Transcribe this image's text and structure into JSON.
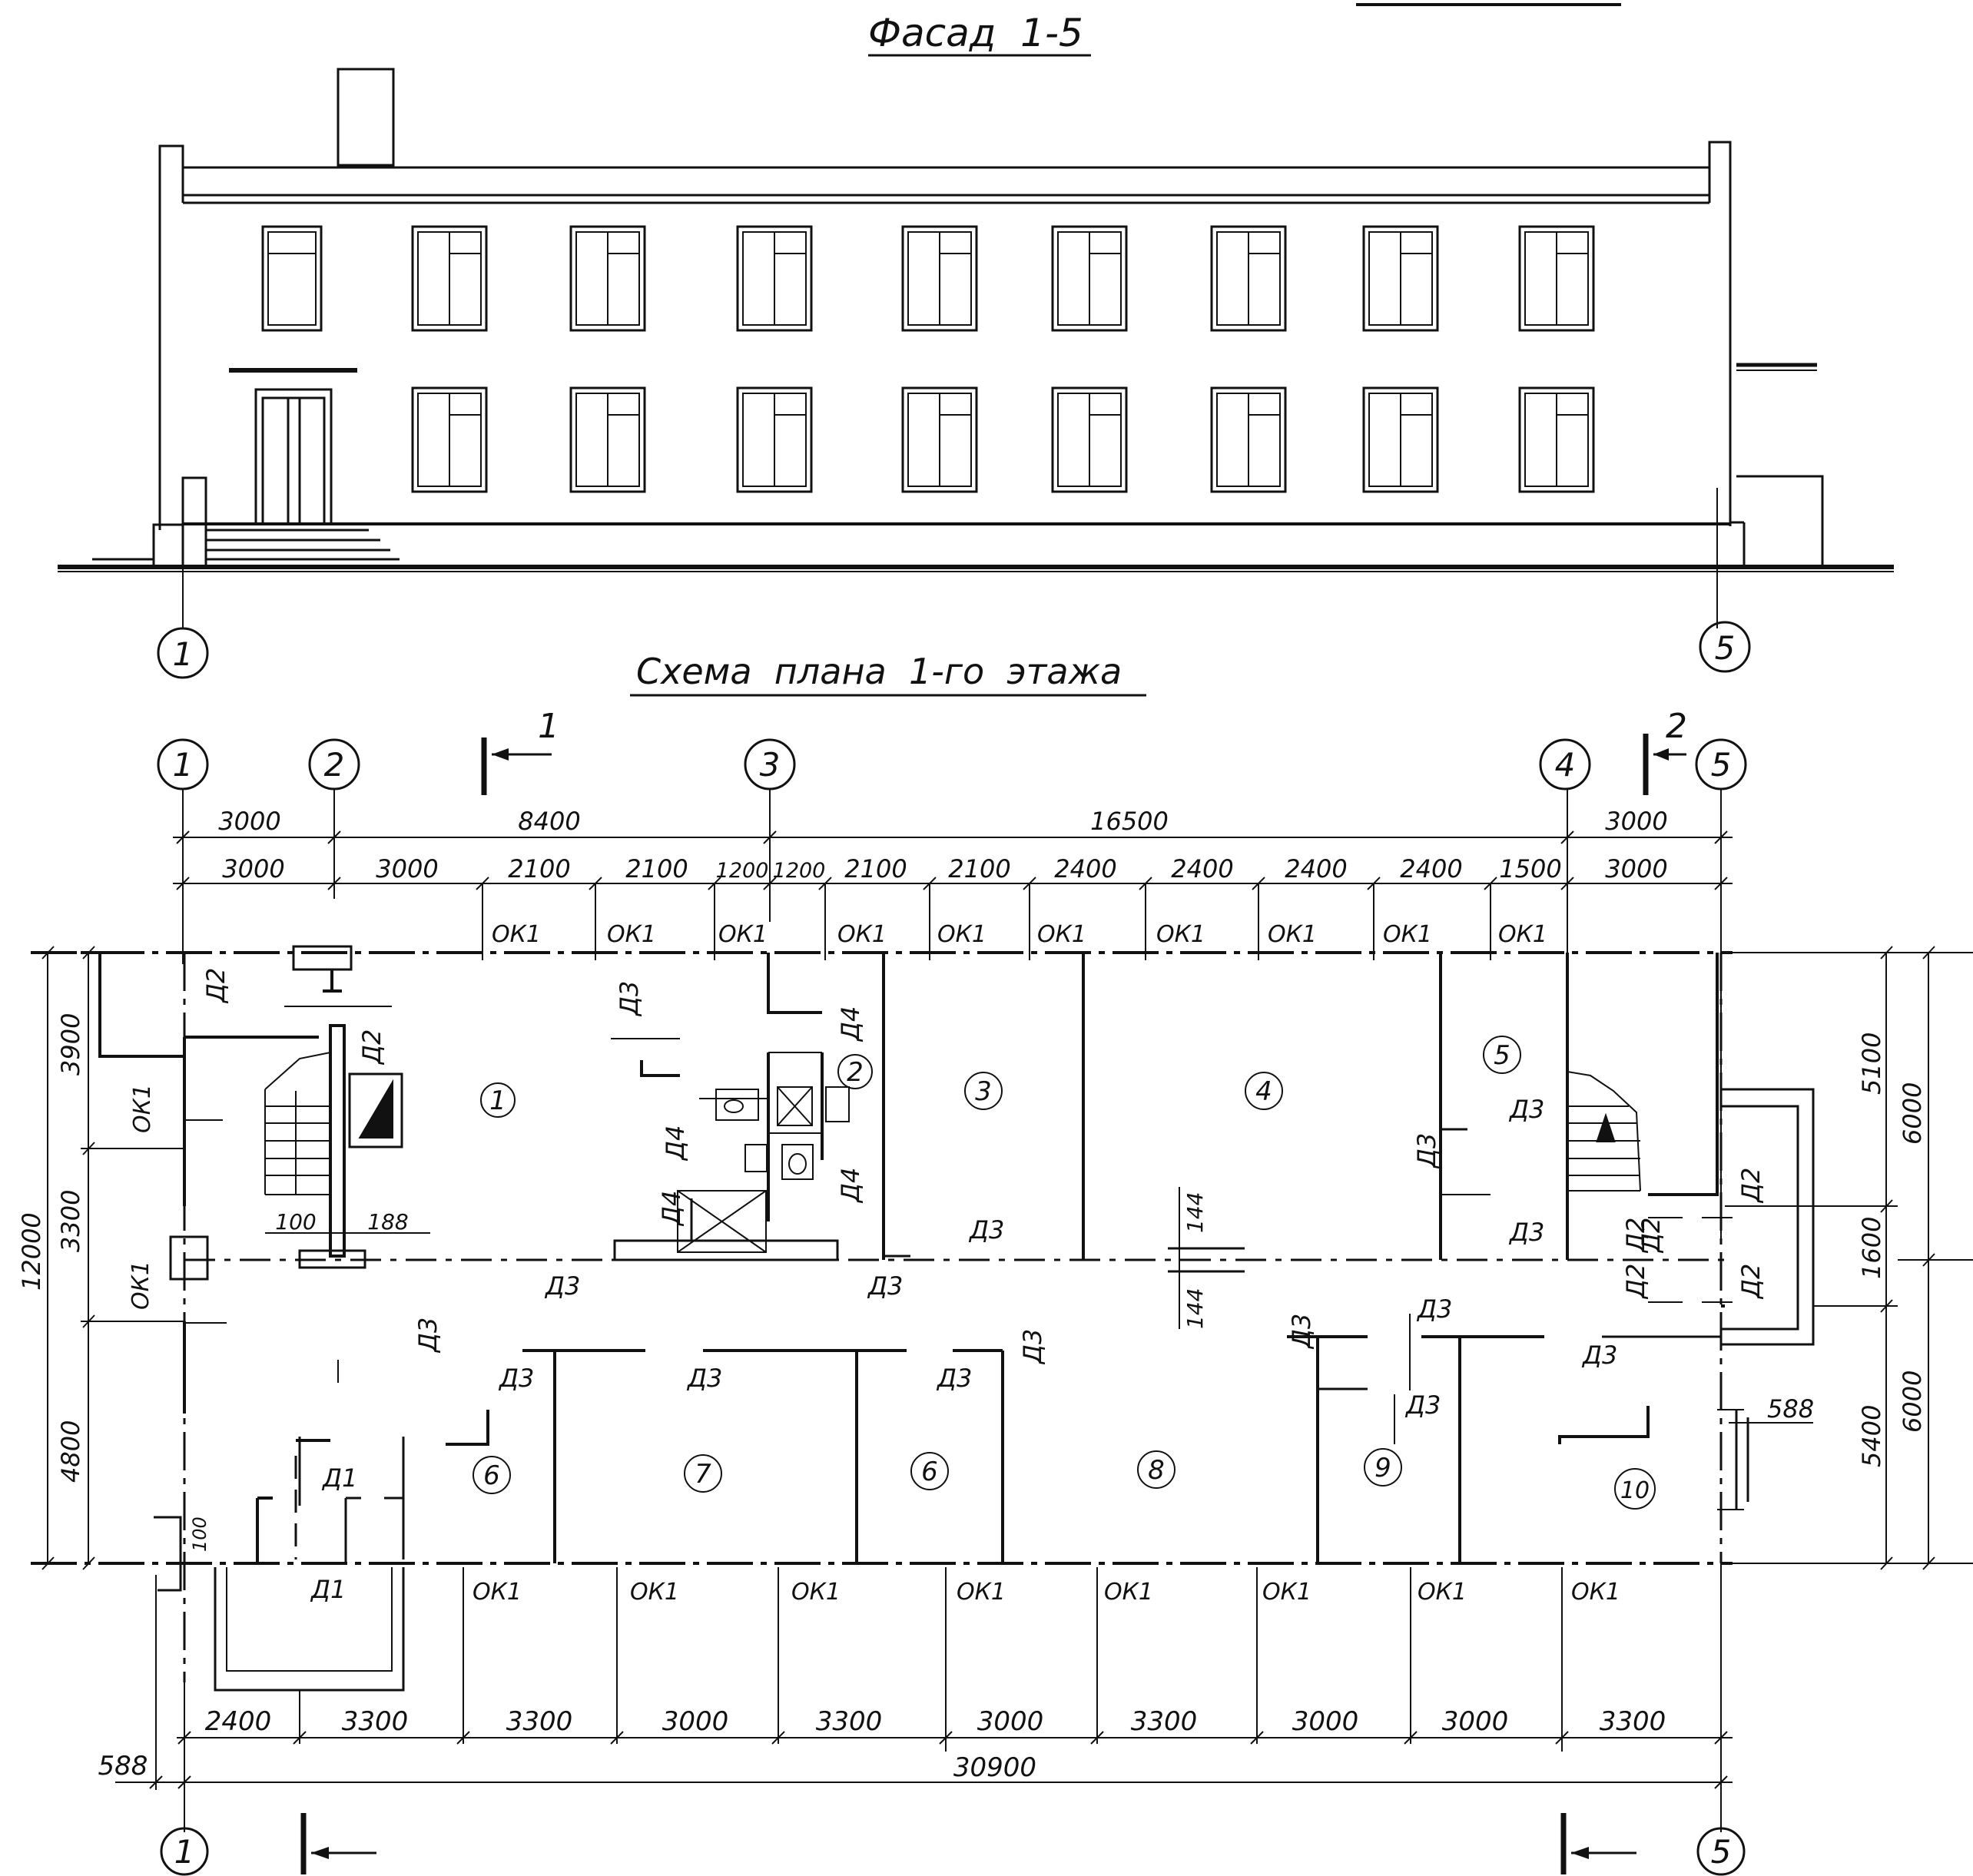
{
  "titles": {
    "facade": "Фасад  1-5",
    "plan": "Схема  плана  1-го  этажа"
  },
  "axes": {
    "a1": "1",
    "a2": "2",
    "a3": "3",
    "a4": "4",
    "a5": "5"
  },
  "sections": {
    "s1": "1",
    "s2": "2"
  },
  "dims_top": {
    "row1": [
      "3000",
      "8400",
      "16500",
      "3000"
    ],
    "row2": [
      "3000",
      "3000",
      "2100",
      "2100",
      "1200",
      "1200",
      "2100",
      "2100",
      "2400",
      "2400",
      "2400",
      "2400",
      "1500",
      "3000"
    ]
  },
  "dims_bottom": {
    "row1": [
      "2400",
      "3300",
      "3300",
      "3000",
      "3300",
      "3000",
      "3300",
      "3000",
      "3000",
      "3300"
    ],
    "total": "30900",
    "offset": "588"
  },
  "dims_left": [
    "3900",
    "3300",
    "4800",
    "12000"
  ],
  "dims_right": [
    "5100",
    "1600",
    "5400",
    "6000",
    "6000"
  ],
  "small_dims": [
    "100",
    "188",
    "144",
    "144",
    "100",
    "588"
  ],
  "rooms": [
    "1",
    "2",
    "3",
    "4",
    "5",
    "6",
    "7",
    "6",
    "8",
    "9",
    "10"
  ],
  "marks": {
    "window": "ОК1",
    "d1": "Д1",
    "d2": "Д2",
    "d3": "Д3",
    "d4": "Д4"
  }
}
